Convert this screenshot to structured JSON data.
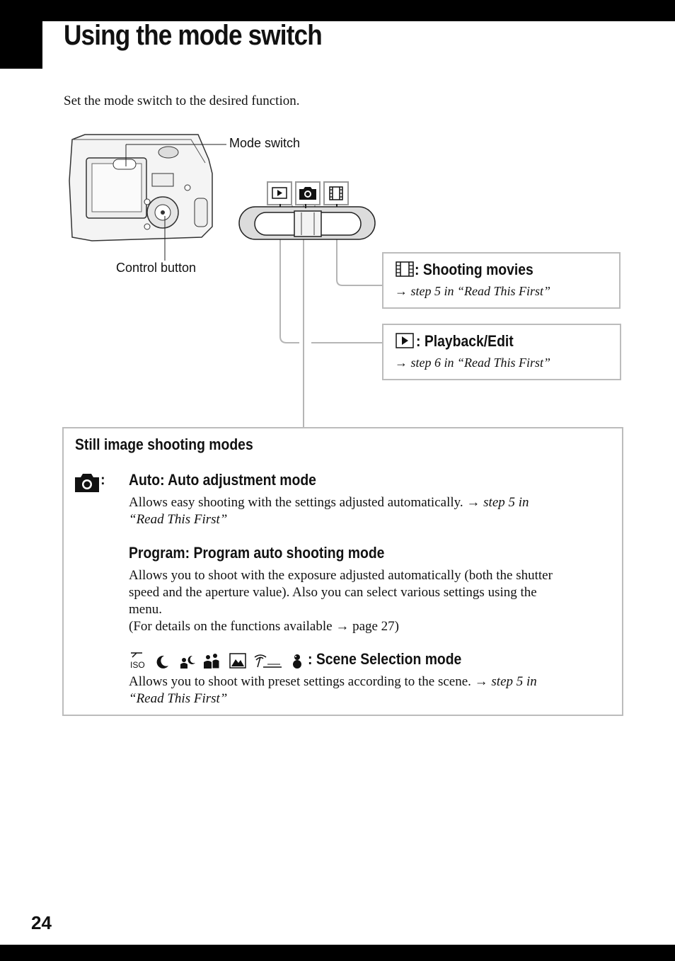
{
  "page": {
    "title": "Using the mode switch",
    "intro": "Set the mode switch to the desired function.",
    "page_number": "24"
  },
  "diagram": {
    "mode_switch_label": "Mode switch",
    "control_button_label": "Control button",
    "switch_icons": [
      "playback-icon",
      "camera-icon",
      "movie-icon"
    ]
  },
  "movies_box": {
    "icon": "movie-icon",
    "title": ": Shooting movies",
    "arrow": "→",
    "reference": "step 5 in “Read This First”"
  },
  "playback_box": {
    "icon": "playback-icon",
    "title": ": Playback/Edit",
    "arrow": "→",
    "reference": "step 6 in “Read This First”"
  },
  "still_box": {
    "title": "Still image shooting modes",
    "colon": ":",
    "auto": {
      "heading": "Auto: Auto adjustment mode",
      "text": "Allows easy shooting with the settings adjusted automatically.",
      "arrow": "→",
      "ref_line1": "step 5 in",
      "ref_line2": "“Read This First”"
    },
    "program": {
      "heading": "Program: Program auto shooting mode",
      "line1": "Allows you to shoot with the exposure adjusted automatically (both the shutter",
      "line2": "speed and the aperture value). Also you can select various settings using the",
      "line3": "menu.",
      "line4_pre": "(For details on the functions available",
      "arrow": "→",
      "line4_post": "page 27)"
    },
    "scene": {
      "icons": [
        "high-sensitivity-iso-icon",
        "twilight-icon",
        "twilight-portrait-icon",
        "soft-snap-icon",
        "landscape-icon",
        "beach-icon",
        "snow-icon"
      ],
      "heading": ": Scene Selection mode",
      "text": "Allows you to shoot with preset settings according to the scene.",
      "arrow": "→",
      "ref_line1": "step 5 in",
      "ref_line2": "“Read This First”"
    }
  }
}
